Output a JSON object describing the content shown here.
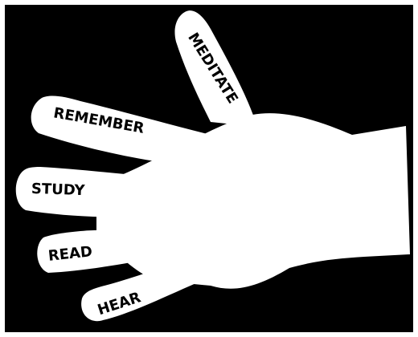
{
  "diagram": {
    "fingers": [
      {
        "id": "thumb",
        "label": "MEDITATE"
      },
      {
        "id": "index",
        "label": "REMEMBER"
      },
      {
        "id": "middle",
        "label": "STUDY"
      },
      {
        "id": "ring",
        "label": "READ"
      },
      {
        "id": "pinky",
        "label": "HEAR"
      }
    ]
  },
  "colors": {
    "background": "#000000",
    "hand": "#ffffff",
    "text": "#000000"
  }
}
